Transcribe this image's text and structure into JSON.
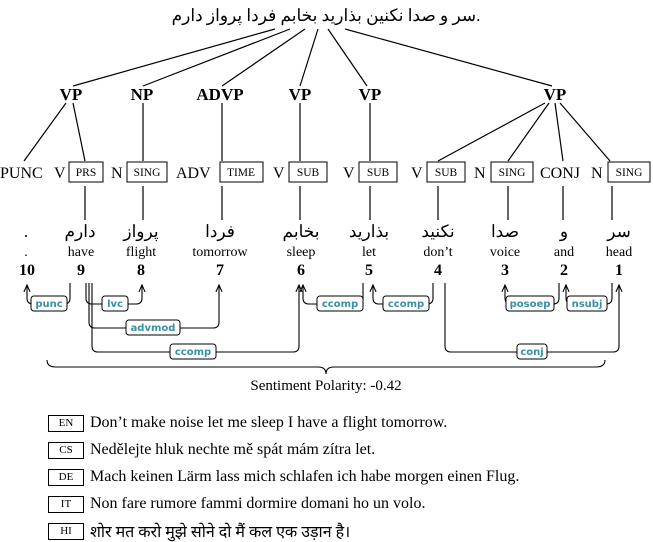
{
  "sentence": "سر و صدا نکنین بذارید بخابم فردا پرواز دارم.",
  "phrases": [
    "VP",
    "NP",
    "ADVP",
    "VP",
    "VP",
    "VP"
  ],
  "tokens": [
    {
      "pos": "PUNC",
      "feat": "",
      "word": ".",
      "gloss": ".",
      "index": "10"
    },
    {
      "pos": "V",
      "feat": "PRS",
      "word": "دارم",
      "gloss": "have",
      "index": "9"
    },
    {
      "pos": "N",
      "feat": "SING",
      "word": "پرواز",
      "gloss": "flight",
      "index": "8"
    },
    {
      "pos": "ADV",
      "feat": "TIME",
      "word": "فردا",
      "gloss": "tomorrow",
      "index": "7"
    },
    {
      "pos": "V",
      "feat": "SUB",
      "word": "بخابم",
      "gloss": "sleep",
      "index": "6"
    },
    {
      "pos": "V",
      "feat": "SUB",
      "word": "بذارید",
      "gloss": "let",
      "index": "5"
    },
    {
      "pos": "V",
      "feat": "SUB",
      "word": "نکنید",
      "gloss": "don’t",
      "index": "4"
    },
    {
      "pos": "N",
      "feat": "SING",
      "word": "صدا",
      "gloss": "voice",
      "index": "3"
    },
    {
      "pos": "CONJ",
      "feat": "",
      "word": "و",
      "gloss": "and",
      "index": "2"
    },
    {
      "pos": "N",
      "feat": "SING",
      "word": "سر",
      "gloss": "head",
      "index": "1"
    }
  ],
  "dependencies": [
    "punc",
    "lvc",
    "advmod",
    "ccomp",
    "ccomp",
    "ccomp",
    "posoep",
    "nsubj",
    "conj"
  ],
  "sentiment": "Sentiment Polarity: -0.42",
  "translations": [
    {
      "lang": "EN",
      "text": "Don’t make noise let me sleep I have a flight tomorrow."
    },
    {
      "lang": "CS",
      "text": "Nedělejte hluk nechte mě spát mám zítra let."
    },
    {
      "lang": "DE",
      "text": "Mach keinen Lärm lass mich schlafen ich habe morgen einen Flug."
    },
    {
      "lang": "IT",
      "text": "Non fare rumore fammi dormire domani ho un volo."
    },
    {
      "lang": "HI",
      "text": "शोर मत करो मुझे सोने दो मैं कल एक उड़ान है।"
    }
  ]
}
